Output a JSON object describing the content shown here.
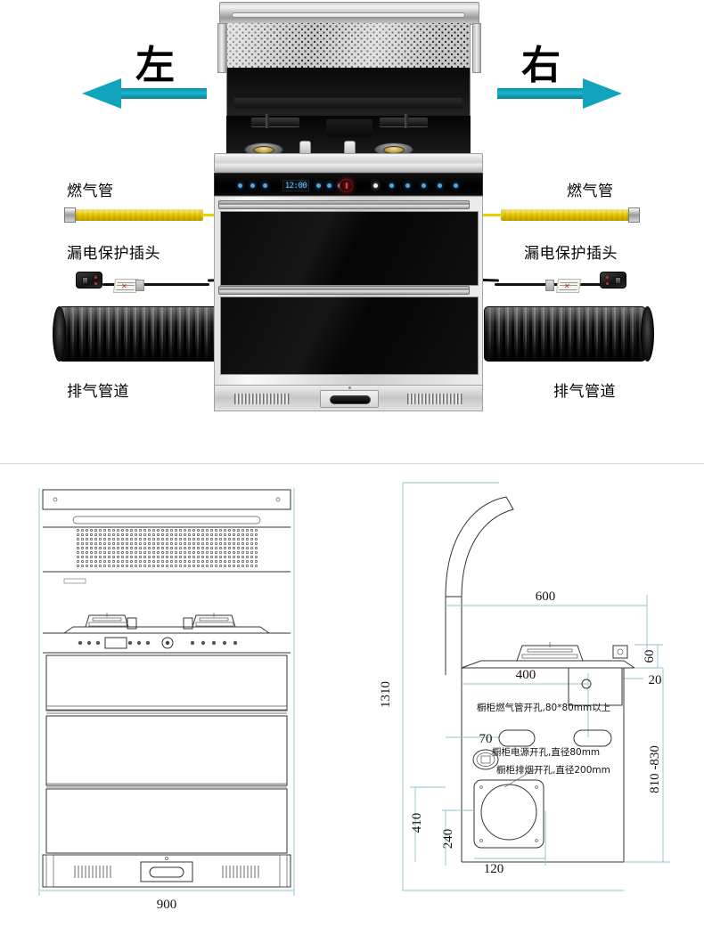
{
  "top_panel": {
    "direction_left": {
      "label": "左",
      "arrow": "arrow-left-icon",
      "color": "#12a2bb"
    },
    "direction_right": {
      "label": "右",
      "arrow": "arrow-right-icon",
      "color": "#12a2bb"
    },
    "left_side": {
      "gas_pipe_label": "燃气管",
      "plug_label": "漏电保护插头",
      "duct_label": "排气管道"
    },
    "right_side": {
      "gas_pipe_label": "燃气管",
      "plug_label": "漏电保护插头",
      "duct_label": "排气管道"
    },
    "appliance": {
      "display_value": "12:00",
      "power_button": "power-button-icon"
    }
  },
  "front_view": {
    "width_dim": "900"
  },
  "side_view": {
    "height_dim": "1310",
    "depth_dim": "600",
    "depth_inner_dim": "400",
    "top_offset_dim": "60",
    "lip_dim": "20",
    "counter_height_dim": "810 -830",
    "left_offset_dim": "70",
    "base_depth_dim": "410",
    "duct_offset_dim": "240",
    "duct_edge_dim": "120",
    "notes": {
      "gas_hole": "橱柜燃气管开孔,80*80mm以上",
      "power_hole": "橱柜电源开孔,直径80mm",
      "exhaust_hole": "橱柜排烟开孔,直径200mm"
    }
  }
}
